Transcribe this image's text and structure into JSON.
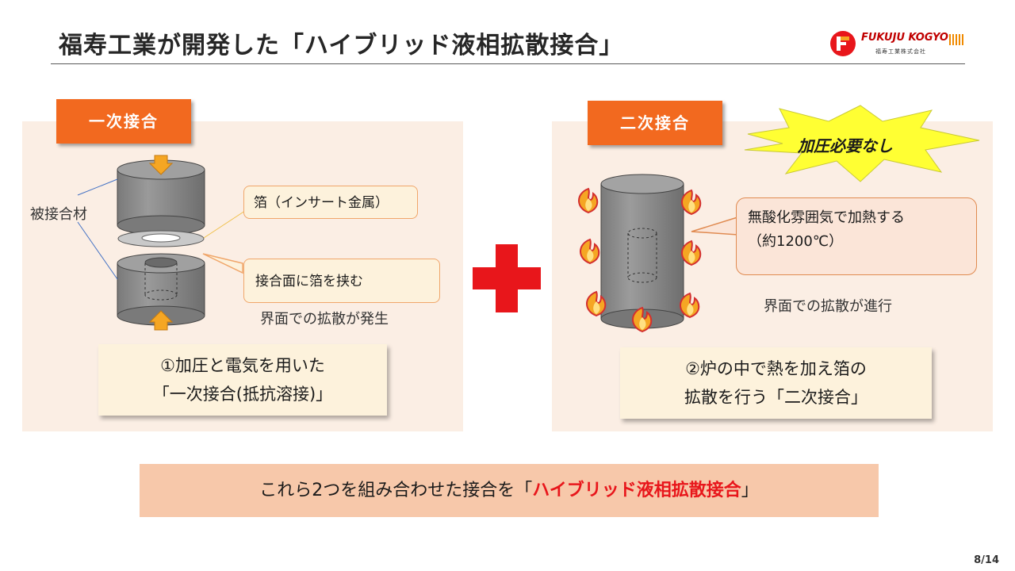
{
  "header": {
    "title": "福寿工業が開発した「ハイブリッド液相拡散接合」",
    "logo_text": "FUKUJU KOGYO",
    "logo_subtext": "福寿工業株式会社"
  },
  "left": {
    "tab": "一次接合",
    "material_label": "被接合材",
    "foil_callout": "箔（インサート金属）",
    "sandwich_callout": "接合面に箔を挟む",
    "diffusion_text": "界面での拡散が発生",
    "note_line1": "①加圧と電気を用いた",
    "note_line2": "「一次接合(抵抗溶接)」"
  },
  "right": {
    "tab": "二次接合",
    "burst_text": "加圧必要なし",
    "heat_line1": "無酸化雰囲気で加熱する",
    "heat_line2": "（約1200℃）",
    "diffusion_text": "界面での拡散が進行",
    "note_line1": "②炉の中で熱を加え箔の",
    "note_line2": "拡散を行う「二次接合」"
  },
  "bottom": {
    "prefix": "これら2つを組み合わせた接合を「",
    "highlight": "ハイブリッド液相拡散接合",
    "suffix": "」"
  },
  "footer": {
    "page": "8/14"
  },
  "colors": {
    "accent_orange": "#f2691f",
    "plus_red": "#e8161b",
    "panel_bg": "#fbeee4"
  }
}
